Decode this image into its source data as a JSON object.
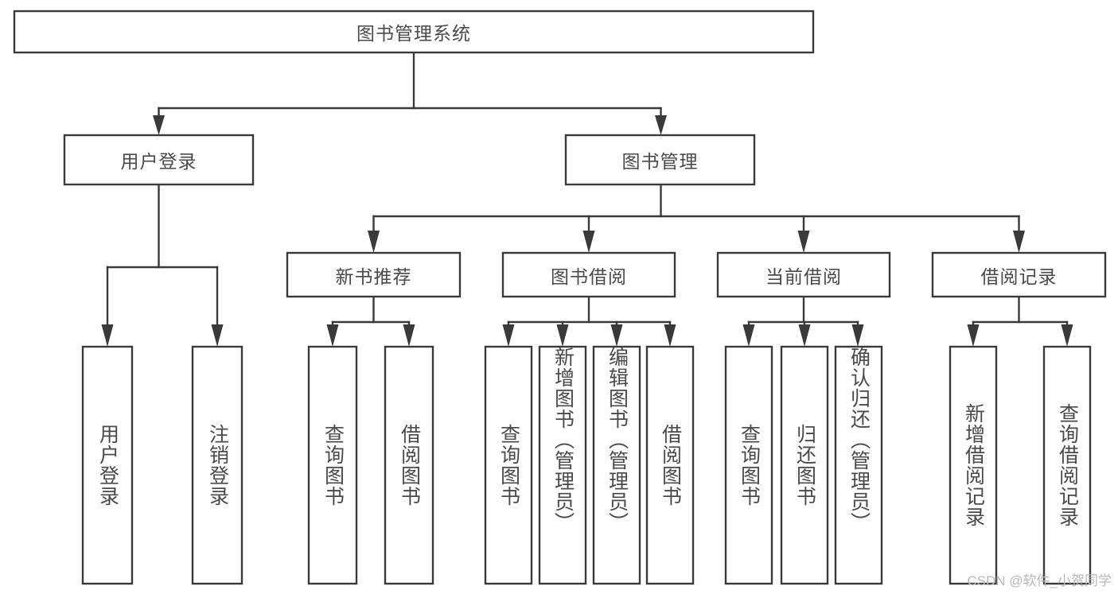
{
  "diagram": {
    "type": "tree-hierarchy",
    "title": "图书管理系统",
    "watermark": "CSDN @软件_小贺同学",
    "colors": {
      "box_stroke": "#3a3a3a",
      "box_fill": "#ffffff",
      "text": "#4a4a4a",
      "connector": "#3a3a3a",
      "watermark": "#b9b9b9",
      "background": "#ffffff"
    },
    "levels": {
      "root": {
        "id": "root",
        "label": "图书管理系统",
        "orientation": "horizontal"
      },
      "level2": [
        {
          "id": "user-login",
          "label": "用户登录",
          "orientation": "horizontal"
        },
        {
          "id": "book-manage",
          "label": "图书管理",
          "orientation": "horizontal"
        }
      ],
      "level3": [
        {
          "id": "new-book-recommend",
          "label": "新书推荐",
          "orientation": "horizontal",
          "parent": "book-manage"
        },
        {
          "id": "book-borrow",
          "label": "图书借阅",
          "orientation": "horizontal",
          "parent": "book-manage"
        },
        {
          "id": "current-borrow",
          "label": "当前借阅",
          "orientation": "horizontal",
          "parent": "book-manage"
        },
        {
          "id": "borrow-record",
          "label": "借阅记录",
          "orientation": "horizontal",
          "parent": "book-manage"
        }
      ],
      "leaves": [
        {
          "id": "leaf-user-login",
          "label": "用户登录",
          "orientation": "vertical",
          "parent": "user-login"
        },
        {
          "id": "leaf-logout-login",
          "label": "注销登录",
          "orientation": "vertical",
          "parent": "user-login"
        },
        {
          "id": "leaf-query-book-1",
          "label": "查询图书",
          "orientation": "vertical",
          "parent": "new-book-recommend"
        },
        {
          "id": "leaf-borrow-book-1",
          "label": "借阅图书",
          "orientation": "vertical",
          "parent": "new-book-recommend"
        },
        {
          "id": "leaf-query-book-2",
          "label": "查询图书",
          "orientation": "vertical",
          "parent": "book-borrow"
        },
        {
          "id": "leaf-add-book",
          "label": "新增图书（管理员）",
          "orientation": "vertical",
          "parent": "book-borrow"
        },
        {
          "id": "leaf-edit-book",
          "label": "编辑图书（管理员）",
          "orientation": "vertical",
          "parent": "book-borrow"
        },
        {
          "id": "leaf-borrow-book-2",
          "label": "借阅图书",
          "orientation": "vertical",
          "parent": "book-borrow"
        },
        {
          "id": "leaf-query-book-3",
          "label": "查询图书",
          "orientation": "vertical",
          "parent": "current-borrow"
        },
        {
          "id": "leaf-return-book",
          "label": "归还图书",
          "orientation": "vertical",
          "parent": "current-borrow"
        },
        {
          "id": "leaf-confirm-return",
          "label": "确认归还（管理员）",
          "orientation": "vertical",
          "parent": "current-borrow"
        },
        {
          "id": "leaf-add-record",
          "label": "新增借阅记录",
          "orientation": "vertical",
          "parent": "borrow-record"
        },
        {
          "id": "leaf-query-record",
          "label": "查询借阅记录",
          "orientation": "vertical",
          "parent": "borrow-record"
        }
      ]
    }
  }
}
